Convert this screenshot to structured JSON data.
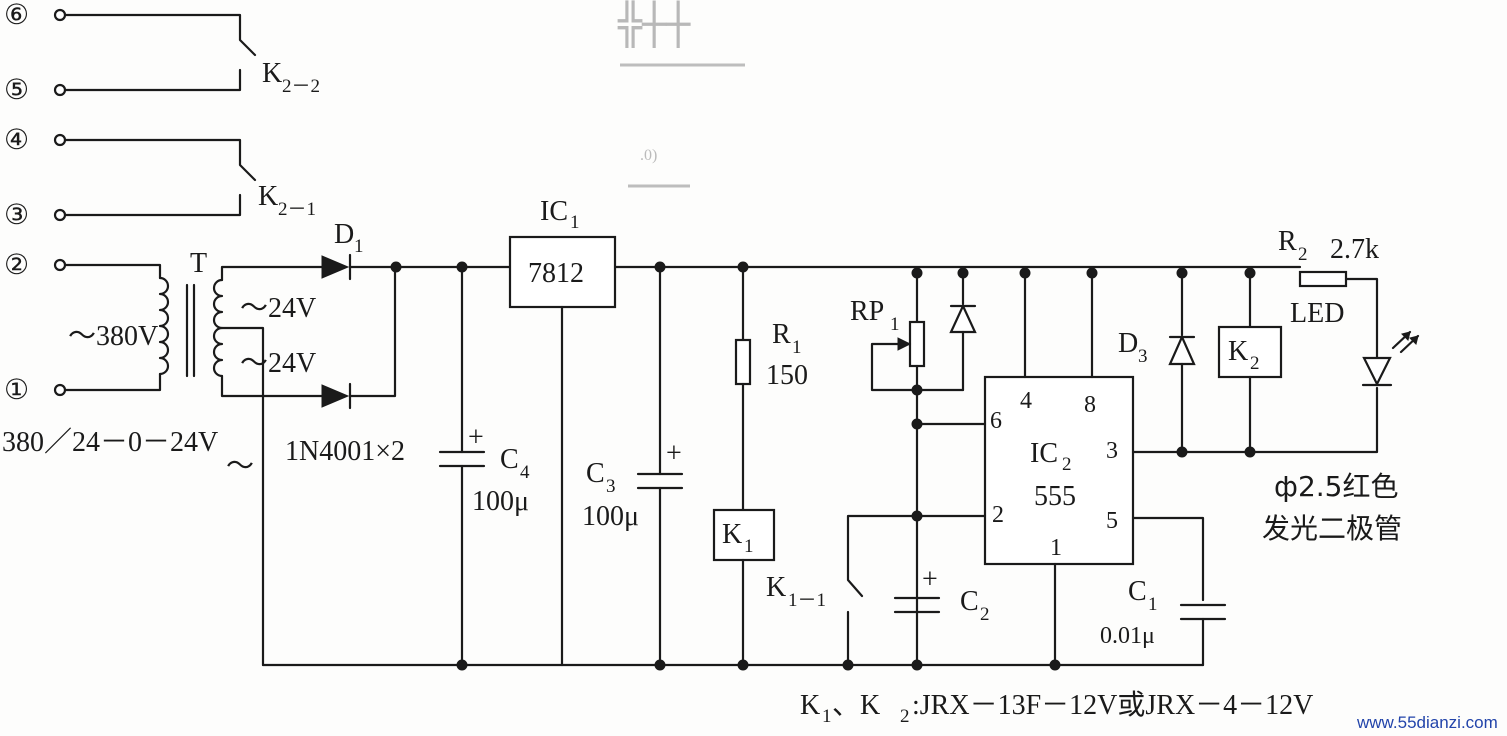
{
  "terminals": [
    "⑥",
    "⑤",
    "④",
    "③",
    "②",
    "①"
  ],
  "relay_contacts": {
    "k22": "K",
    "k22_sub": "2－2",
    "k21": "K",
    "k21_sub": "2－1"
  },
  "transformer": {
    "name": "T",
    "primary": "～380V",
    "secondary_top": "～24V",
    "secondary_bottom": "～24V",
    "rating": "380／24－0－24V",
    "tilde": "～"
  },
  "diode_d1": {
    "name": "D",
    "sub": "1"
  },
  "rectifier": "1N4001×2",
  "cap_c4": {
    "name": "C",
    "sub": "4",
    "value": "100μ"
  },
  "regulator": {
    "name": "IC",
    "sub": "1",
    "part": "7812"
  },
  "cap_c3": {
    "name": "C",
    "sub": "3",
    "value": "100μ"
  },
  "resistor_r1": {
    "name": "R",
    "sub": "1",
    "value": "150"
  },
  "relay_k1": {
    "name": "K",
    "sub": "1"
  },
  "contact_k11": {
    "name": "K",
    "sub": "1－1"
  },
  "pot_rp1": {
    "name": "RP",
    "sub": "1"
  },
  "cap_c2": {
    "name": "C",
    "sub": "2"
  },
  "timer": {
    "name": "IC",
    "sub": "2",
    "part": "555",
    "pins": [
      "6",
      "4",
      "8",
      "3",
      "2",
      "5",
      "1"
    ]
  },
  "diode_d3": {
    "name": "D",
    "sub": "3"
  },
  "relay_k2": {
    "name": "K",
    "sub": "2"
  },
  "resistor_r2": {
    "name": "R",
    "sub": "2",
    "value": "2.7k"
  },
  "led": {
    "name": "LED",
    "desc_line1": "ф2.5红色",
    "desc_line2": "发光二极管"
  },
  "cap_c1": {
    "name": "C",
    "sub": "1",
    "value": "0.01μ"
  },
  "note": {
    "p1": "K",
    "p1_sub": "1",
    "p2": "、K",
    "p2_sub": "2",
    "p3": ":JRX－13F－12V或JRX－4－12V"
  },
  "watermark": "www.55dianzi.com",
  "colors": {
    "ink": "#1a1a1a",
    "paper": "#fdfdfc",
    "watermark": "#2244aa"
  }
}
